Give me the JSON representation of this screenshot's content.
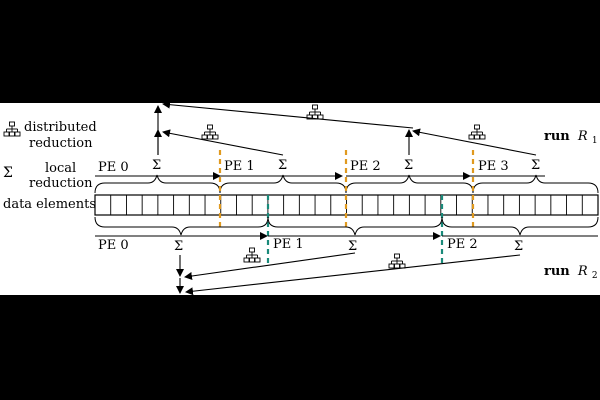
{
  "legend": {
    "distributed_line1": "distributed",
    "distributed_line2": "reduction",
    "sigma_symbol": "Σ",
    "local_line1": "local",
    "local_line2": "reduction",
    "data_elements": "data elements"
  },
  "run1": {
    "label_word": "run",
    "label_var": "R",
    "label_sub": "1",
    "pe_labels": [
      "PE 0",
      "PE 1",
      "PE 2",
      "PE 3"
    ],
    "sigma": "Σ"
  },
  "run2": {
    "label_word": "run",
    "label_var": "R",
    "label_sub": "2",
    "pe_labels": [
      "PE 0",
      "PE 1",
      "PE 2"
    ],
    "sigma": "Σ"
  },
  "data_array": {
    "cell_count": 32
  },
  "colors": {
    "background": "#000000",
    "panel": "#ffffff",
    "run1_split": "#e09a1f",
    "run2_split": "#1a8a7a",
    "ink": "#000000"
  },
  "icons": {
    "distributed_reduction": "network-tree-icon",
    "local_reduction": "sigma-icon"
  }
}
